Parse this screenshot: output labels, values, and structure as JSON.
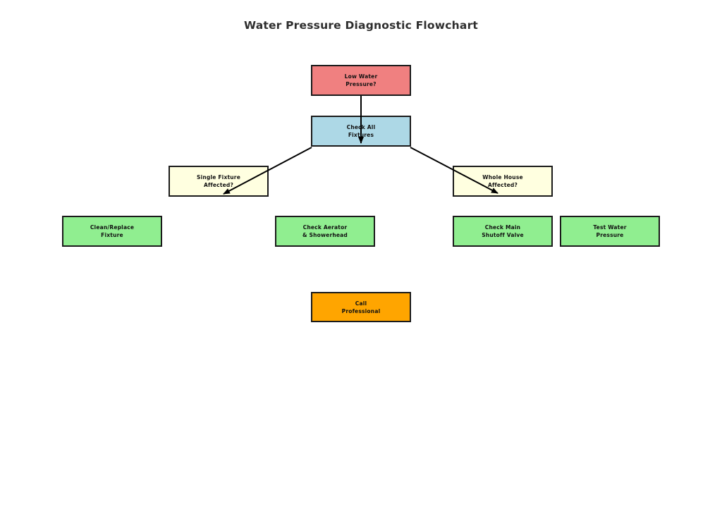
{
  "title": "Water Pressure Diagnostic Flowchart",
  "chart_data": {
    "type": "flowchart",
    "title": "Water Pressure Diagnostic Flowchart",
    "nodes": [
      {
        "id": "low-water-pressure",
        "label": "Low Water\nPressure?",
        "color": "#F08080"
      },
      {
        "id": "check-all-fixtures",
        "label": "Check All\nFixtures",
        "color": "#ADD8E6"
      },
      {
        "id": "single-fixture-affected",
        "label": "Single Fixture\nAffected?",
        "color": "#FFFFE0"
      },
      {
        "id": "whole-house-affected",
        "label": "Whole House\nAffected?",
        "color": "#FFFFE0"
      },
      {
        "id": "clean-replace-fixture",
        "label": "Clean/Replace\nFixture",
        "color": "#90EE90"
      },
      {
        "id": "check-aerator-showerhead",
        "label": "Check Aerator\n& Showerhead",
        "color": "#90EE90"
      },
      {
        "id": "check-main-shutoff-valve",
        "label": "Check Main\nShutoff Valve",
        "color": "#90EE90"
      },
      {
        "id": "test-water-pressure",
        "label": "Test Water\nPressure",
        "color": "#90EE90"
      },
      {
        "id": "call-professional",
        "label": "Call\nProfessional",
        "color": "#FFA500"
      }
    ],
    "edges": [
      {
        "from": "low-water-pressure",
        "to": "check-all-fixtures"
      },
      {
        "from": "check-all-fixtures",
        "to": "single-fixture-affected"
      },
      {
        "from": "check-all-fixtures",
        "to": "whole-house-affected"
      }
    ],
    "colors": {
      "node_border": "#1a1a1a",
      "arrow": "#000000",
      "title_text": "#2e2e2e",
      "background": "#ffffff"
    }
  }
}
